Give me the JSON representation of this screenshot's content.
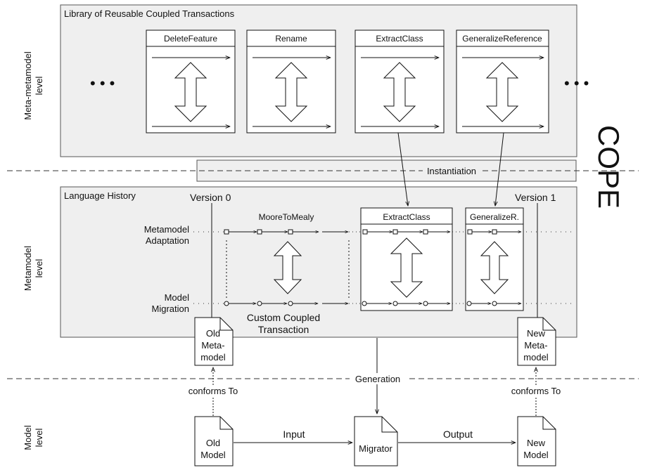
{
  "levels": {
    "meta_metamodel": [
      "Meta-metamodel",
      "level"
    ],
    "metamodel": [
      "Metamodel",
      "level"
    ],
    "model": [
      "Model",
      "level"
    ]
  },
  "library": {
    "title": "Library of Reusable Coupled Transactions",
    "ellipsis": "•  •  •",
    "transactions": [
      {
        "name": "DeleteFeature"
      },
      {
        "name": "Rename"
      },
      {
        "name": "ExtractClass"
      },
      {
        "name": "GeneralizeReference"
      }
    ]
  },
  "cope": "COPE",
  "instantiation": "Instantiation",
  "generation": "Generation",
  "history": {
    "title": "Language History",
    "version0": "Version 0",
    "version1": "Version 1",
    "row_metamodel": [
      "Metamodel",
      "Adaptation"
    ],
    "row_model": [
      "Model",
      "Migration"
    ],
    "custom_name": "MooreToMealy",
    "custom_caption": [
      "Custom Coupled",
      "Transaction"
    ],
    "instances": [
      "ExtractClass",
      "GeneralizeR."
    ]
  },
  "documents": {
    "old_metamodel": [
      "Old",
      "Meta-",
      "model"
    ],
    "new_metamodel": [
      "New",
      "Meta-",
      "model"
    ],
    "old_model": [
      "Old",
      "Model"
    ],
    "new_model": [
      "New",
      "Model"
    ],
    "migrator": "Migrator"
  },
  "relations": {
    "conforms_left": "conforms To",
    "conforms_right": "conforms To",
    "input": "Input",
    "output": "Output"
  }
}
